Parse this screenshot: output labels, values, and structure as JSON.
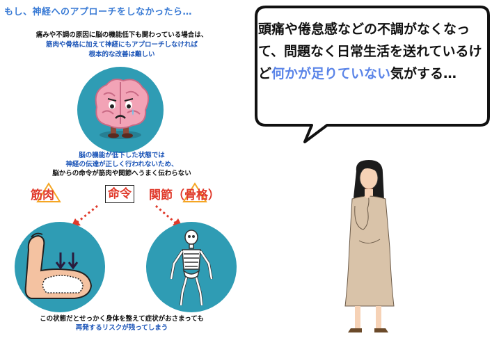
{
  "heading": "もし、神経へのアプローチをしなかったら…",
  "intro": {
    "line1": "痛みや不調の原因に脳の機能低下も関わっている場合は、",
    "line2": "筋肉や骨格に加えて神経にもアプローチしなければ",
    "line3": "根本的な改善は難しい"
  },
  "middle": {
    "line1": "脳の機能が低下した状態では",
    "line2": "神経の伝達が正しく行われないため、",
    "line3": "脳からの命令が筋肉や関節へうまく伝わらない"
  },
  "terms": {
    "muscle": "筋肉",
    "command": "命令",
    "joint": "関節（骨格）"
  },
  "bottom": {
    "line1": "この状態だとせっかく身体を整えて症状がおさまっても",
    "line2": "再発するリスクが残ってしまう"
  },
  "bubble": {
    "part1": "頭痛や倦怠感などの不調がなくなって、問題なく日常生活を送れているけど",
    "highlight": "何かが足りていない",
    "part2": "気がする…"
  },
  "colors": {
    "heading_blue": "#3a7bd5",
    "text_blue": "#1c55b8",
    "accent_red": "#e03a2b",
    "circle_teal": "#2f9cb4",
    "highlight_blue": "#5a84e8"
  },
  "icons": [
    "sad-brain-icon",
    "flexed-arm-icon",
    "skeleton-icon",
    "thinking-woman-icon",
    "warning-triangle-icon",
    "dotted-arrow-icon"
  ]
}
